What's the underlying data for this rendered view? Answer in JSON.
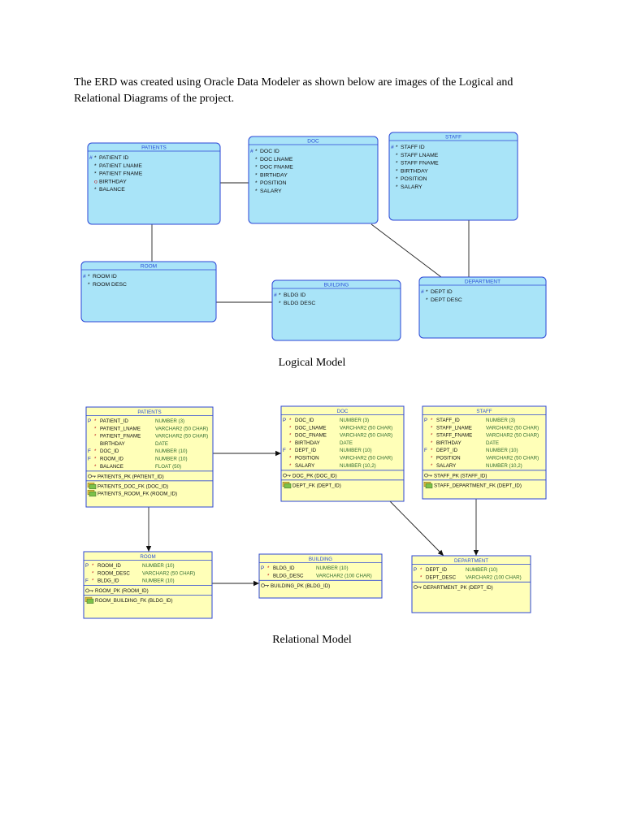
{
  "intro_text": "The ERD was created using Oracle Data Modeler as shown below are images of the Logical and Relational Diagrams of the project.",
  "logical_caption": "Logical Model",
  "relational_caption": "Relational Model",
  "colors": {
    "entity_fill": "#a9e4f8",
    "entity_border": "#2b46d6",
    "table_fill": "#ffffb8",
    "table_border": "#2b46d6",
    "title_text": "#2a4fd8",
    "datatype_text": "#2f6b2f"
  },
  "logical_entities": [
    {
      "id": "patients",
      "title": "PATIENTS",
      "attributes": [
        {
          "mark": "#",
          "star": "*",
          "name": "PATIENT ID"
        },
        {
          "mark": "",
          "star": "*",
          "name": "PATIENT LNAME"
        },
        {
          "mark": "",
          "star": "*",
          "name": "PATIENT FNAME"
        },
        {
          "mark": "",
          "star": "o",
          "name": "BIRTHDAY"
        },
        {
          "mark": "",
          "star": "*",
          "name": "BALANCE"
        }
      ]
    },
    {
      "id": "doc",
      "title": "DOC",
      "attributes": [
        {
          "mark": "#",
          "star": "*",
          "name": "DOC ID"
        },
        {
          "mark": "",
          "star": "*",
          "name": "DOC LNAME"
        },
        {
          "mark": "",
          "star": "*",
          "name": "DOC FNAME"
        },
        {
          "mark": "",
          "star": "*",
          "name": "BIRTHDAY"
        },
        {
          "mark": "",
          "star": "*",
          "name": "POSITION"
        },
        {
          "mark": "",
          "star": "*",
          "name": "SALARY"
        }
      ]
    },
    {
      "id": "staff",
      "title": "STAFF",
      "attributes": [
        {
          "mark": "#",
          "star": "*",
          "name": "STAFF ID"
        },
        {
          "mark": "",
          "star": "*",
          "name": "STAFF LNAME"
        },
        {
          "mark": "",
          "star": "*",
          "name": "STAFF FNAME"
        },
        {
          "mark": "",
          "star": "*",
          "name": "BIRTHDAY"
        },
        {
          "mark": "",
          "star": "*",
          "name": "POSITION"
        },
        {
          "mark": "",
          "star": "*",
          "name": "SALARY"
        }
      ]
    },
    {
      "id": "room",
      "title": "ROOM",
      "attributes": [
        {
          "mark": "#",
          "star": "*",
          "name": "ROOM ID"
        },
        {
          "mark": "",
          "star": "*",
          "name": "ROOM DESC"
        }
      ]
    },
    {
      "id": "building",
      "title": "BUILDING",
      "attributes": [
        {
          "mark": "#",
          "star": "*",
          "name": "BLDG ID"
        },
        {
          "mark": "",
          "star": "*",
          "name": "BLDG DESC"
        }
      ]
    },
    {
      "id": "department",
      "title": "DEPARTMENT",
      "attributes": [
        {
          "mark": "#",
          "star": "*",
          "name": "DEPT ID"
        },
        {
          "mark": "",
          "star": "*",
          "name": "DEPT DESC"
        }
      ]
    }
  ],
  "relational_tables": [
    {
      "id": "patients",
      "title": "PATIENTS",
      "columns": [
        {
          "key": "P",
          "star": "*",
          "name": "PATIENT_ID",
          "type": "NUMBER (3)"
        },
        {
          "key": "",
          "star": "*",
          "name": "PATIENT_LNAME",
          "type": "VARCHAR2 (50 CHAR)"
        },
        {
          "key": "",
          "star": "*",
          "name": "PATIENT_FNAME",
          "type": "VARCHAR2 (50 CHAR)"
        },
        {
          "key": "",
          "star": "",
          "name": "BIRTHDAY",
          "type": "DATE"
        },
        {
          "key": "F",
          "star": "*",
          "name": "DOC_ID",
          "type": "NUMBER (10)"
        },
        {
          "key": "F",
          "star": "*",
          "name": "ROOM_ID",
          "type": "NUMBER (10)"
        },
        {
          "key": "",
          "star": "*",
          "name": "BALANCE",
          "type": "FLOAT (50)"
        }
      ],
      "pk": "PATIENTS_PK (PATIENT_ID)",
      "fks": [
        "PATIENTS_DOC_FK (DOC_ID)",
        "PATIENTS_ROOM_FK (ROOM_ID)"
      ]
    },
    {
      "id": "doc",
      "title": "DOC",
      "columns": [
        {
          "key": "P",
          "star": "*",
          "name": "DOC_ID",
          "type": "NUMBER (3)"
        },
        {
          "key": "",
          "star": "*",
          "name": "DOC_LNAME",
          "type": "VARCHAR2 (50 CHAR)"
        },
        {
          "key": "",
          "star": "*",
          "name": "DOC_FNAME",
          "type": "VARCHAR2 (50 CHAR)"
        },
        {
          "key": "",
          "star": "*",
          "name": "BIRTHDAY",
          "type": "DATE"
        },
        {
          "key": "F",
          "star": "*",
          "name": "DEPT_ID",
          "type": "NUMBER (10)"
        },
        {
          "key": "",
          "star": "*",
          "name": "POSITION",
          "type": "VARCHAR2 (50 CHAR)"
        },
        {
          "key": "",
          "star": "*",
          "name": "SALARY",
          "type": "NUMBER (10,2)"
        }
      ],
      "pk": "DOC_PK (DOC_ID)",
      "fks": [
        "DEPT_FK (DEPT_ID)"
      ]
    },
    {
      "id": "staff",
      "title": "STAFF",
      "columns": [
        {
          "key": "P",
          "star": "*",
          "name": "STAFF_ID",
          "type": "NUMBER (3)"
        },
        {
          "key": "",
          "star": "*",
          "name": "STAFF_LNAME",
          "type": "VARCHAR2 (50 CHAR)"
        },
        {
          "key": "",
          "star": "*",
          "name": "STAFF_FNAME",
          "type": "VARCHAR2 (50 CHAR)"
        },
        {
          "key": "",
          "star": "*",
          "name": "BIRTHDAY",
          "type": "DATE"
        },
        {
          "key": "F",
          "star": "*",
          "name": "DEPT_ID",
          "type": "NUMBER (10)"
        },
        {
          "key": "",
          "star": "*",
          "name": "POSITION",
          "type": "VARCHAR2 (50 CHAR)"
        },
        {
          "key": "",
          "star": "*",
          "name": "SALARY",
          "type": "NUMBER (10,2)"
        }
      ],
      "pk": "STAFF_PK (STAFF_ID)",
      "fks": [
        "STAFF_DEPARTMENT_FK (DEPT_ID)"
      ]
    },
    {
      "id": "room",
      "title": "ROOM",
      "columns": [
        {
          "key": "P",
          "star": "*",
          "name": "ROOM_ID",
          "type": "NUMBER (10)"
        },
        {
          "key": "",
          "star": "*",
          "name": "ROOM_DESC",
          "type": "VARCHAR2 (50 CHAR)"
        },
        {
          "key": "F",
          "star": "*",
          "name": "BLDG_ID",
          "type": "NUMBER (10)"
        }
      ],
      "pk": "ROOM_PK (ROOM_ID)",
      "fks": [
        "ROOM_BUILDING_FK (BLDG_ID)"
      ]
    },
    {
      "id": "building",
      "title": "BUILDING",
      "columns": [
        {
          "key": "P",
          "star": "*",
          "name": "BLDG_ID",
          "type": "NUMBER (10)"
        },
        {
          "key": "",
          "star": "*",
          "name": "BLDG_DESC",
          "type": "VARCHAR2 (100 CHAR)"
        }
      ],
      "pk": "BUILDING_PK (BLDG_ID)",
      "fks": []
    },
    {
      "id": "department",
      "title": "DEPARTMENT",
      "columns": [
        {
          "key": "P",
          "star": "*",
          "name": "DEPT_ID",
          "type": "NUMBER (10)"
        },
        {
          "key": "",
          "star": "*",
          "name": "DEPT_DESC",
          "type": "VARCHAR2 (100 CHAR)"
        }
      ],
      "pk": "DEPARTMENT_PK (DEPT_ID)",
      "fks": []
    }
  ]
}
